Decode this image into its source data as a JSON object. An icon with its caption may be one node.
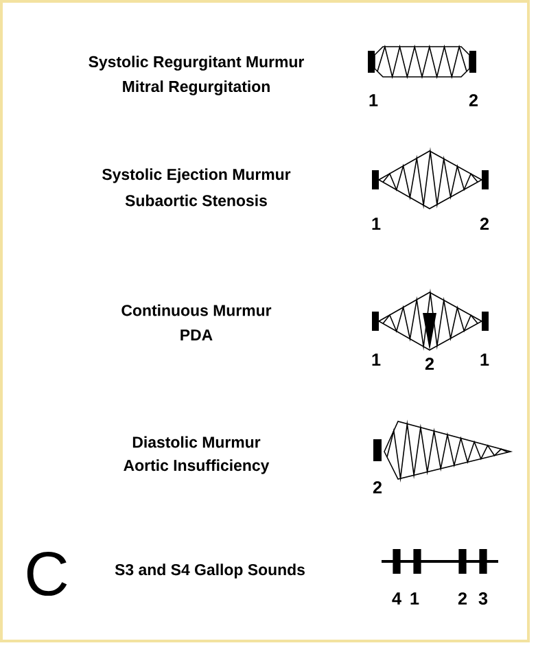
{
  "diagram": {
    "labels": [
      "Systolic Regurgitant Murmur",
      "Mitral Regurgitation",
      "1",
      "2",
      "Systolic Ejection Murmur",
      "Subaortic Stenosis",
      "1",
      "2",
      "Continuous Murmur",
      "PDA",
      "1",
      "2",
      "1",
      "Diastolic Murmur",
      "Aortic Insufficiency",
      "2",
      "C",
      "S3 and S4 Gallop Sounds",
      "4",
      "1",
      "2",
      "3"
    ]
  }
}
